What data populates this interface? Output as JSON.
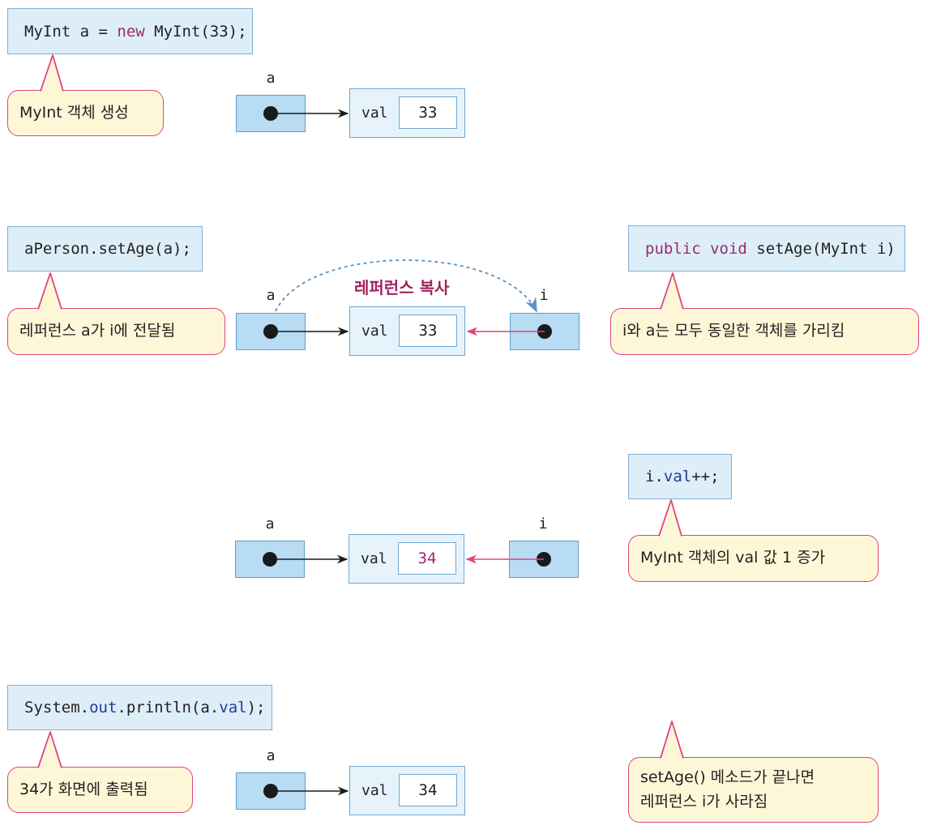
{
  "step1": {
    "code": {
      "t1": "MyInt a = ",
      "kw": "new",
      "t2": " MyInt(33);"
    },
    "callout": "MyInt 객체 생성",
    "var_a": "a",
    "field": "val",
    "value": "33"
  },
  "step2": {
    "code": "aPerson.setAge(a);",
    "method": {
      "kw": "public void",
      "rest": " setAge(MyInt i)"
    },
    "callout_left": "레퍼런스 a가 i에 전달됨",
    "callout_right": "i와 a는 모두 동일한 객체를 가리킴",
    "copy_label": "레퍼런스 복사",
    "var_a": "a",
    "var_i": "i",
    "field": "val",
    "value": "33"
  },
  "step3": {
    "code": {
      "t1": "i.",
      "fld": "val",
      "t2": "++;"
    },
    "callout": "MyInt 객체의 val 값 1 증가",
    "var_a": "a",
    "var_i": "i",
    "field": "val",
    "value": "34",
    "value_color": "#9c2a6e"
  },
  "step4": {
    "code": {
      "t1": "System.",
      "fld1": "out",
      "t2": ".println(a.",
      "fld2": "val",
      "t3": ");"
    },
    "callout_left": "34가 화면에 출력됨",
    "callout_right": [
      "setAge() 메소드가 끝나면",
      "레퍼런스 i가 사라짐"
    ],
    "var_a": "a",
    "field": "val",
    "value": "34"
  },
  "colors": {
    "code_bg": "#ddeef9",
    "var_bg": "#b7dcf3",
    "object_bg": "#e7f3fb",
    "callout_bg": "#fdf7d8",
    "callout_border": "#e0447a",
    "keyword": "#9c2a6e",
    "field": "#1f3c8f",
    "arrow_from_i": "#e0447a",
    "copy_arrow": "#5a8fc8"
  }
}
